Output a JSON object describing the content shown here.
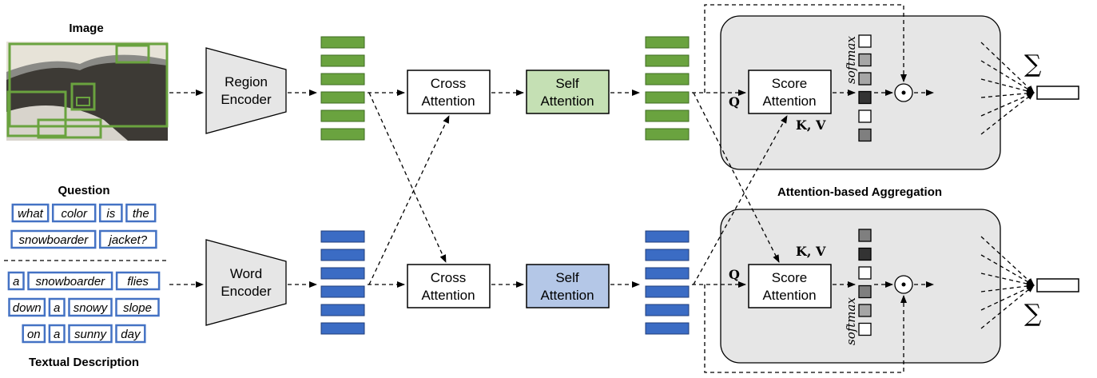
{
  "labels": {
    "image": "Image",
    "question": "Question",
    "textual_description": "Textual Description",
    "region_encoder_1": "Region",
    "region_encoder_2": "Encoder",
    "word_encoder_1": "Word",
    "word_encoder_2": "Encoder",
    "cross_attention_1": "Cross",
    "cross_attention_2": "Attention",
    "self_attention_1": "Self",
    "self_attention_2": "Attention",
    "score_attention_1": "Score",
    "score_attention_2": "Attention",
    "aggregation": "Attention-based Aggregation",
    "q": "Q",
    "kv": "K, V",
    "softmax": "softmax",
    "sum": "∑"
  },
  "question_words": [
    [
      "what",
      "color",
      "is",
      "the"
    ],
    [
      "snowboarder",
      "jacket?"
    ]
  ],
  "description_words": [
    [
      "a",
      "snowboarder",
      "flies"
    ],
    [
      "down",
      "a",
      "snowy",
      "slope"
    ],
    [
      "on",
      "a",
      "sunny",
      "day"
    ]
  ],
  "colors": {
    "green": "#6aa33f",
    "green_light": "#cfe6bd",
    "blue": "#3b6cc4",
    "blue_light": "#b4c9e8",
    "word_border": "#4472c4",
    "panel": "#e6e6e6"
  },
  "softmax_top": [
    "#ffffff",
    "#a6a6a6",
    "#a6a6a6",
    "#333333",
    "#ffffff",
    "#7f7f7f"
  ],
  "softmax_bottom": [
    "#7f7f7f",
    "#333333",
    "#ffffff",
    "#7f7f7f",
    "#a6a6a6",
    "#ffffff"
  ],
  "weighted_top": [
    "#e2efd9",
    "#a9d18e",
    "#a9d18e",
    "#548235",
    "#e2efd9",
    "#70ad47"
  ],
  "weighted_bottom": [
    "#4472c4",
    "#2f5597",
    "#dae3f3",
    "#4472c4",
    "#8faadc",
    "#dae3f3"
  ]
}
